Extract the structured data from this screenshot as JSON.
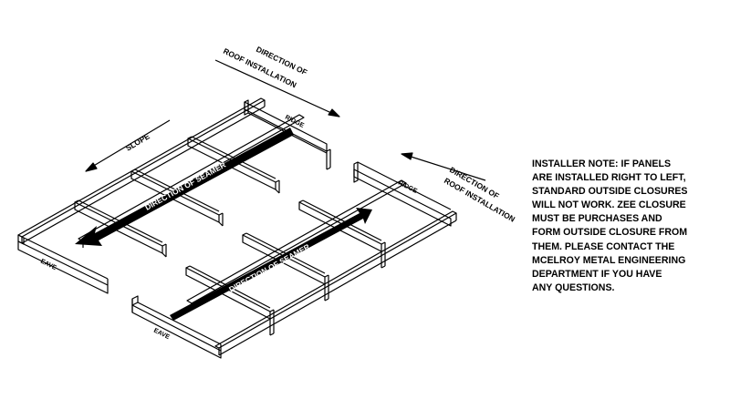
{
  "labels": {
    "direction_roof_top_1": "DIRECTION OF",
    "direction_roof_top_2": "ROOF INSTALLATION",
    "direction_roof_right_1": "DIRECTION OF",
    "direction_roof_right_2": "ROOF INSTALLATION",
    "slope": "SLOPE",
    "ridge_left": "RIDGE",
    "ridge_right": "RIDGE",
    "eave_left": "EAVE",
    "eave_right": "EAVE",
    "seamer_left": "DIRECTION OF SEAMER",
    "seamer_right": "DIRECTION OF SEAMER"
  },
  "note": {
    "lines": [
      "INSTALLER NOTE: IF PANELS",
      "ARE INSTALLED RIGHT TO LEFT,",
      "STANDARD OUTSIDE CLOSURES",
      "WILL NOT WORK.  ZEE CLOSURE",
      "MUST BE PURCHASES AND",
      "FORM OUTSIDE CLOSURE FROM",
      "THEM.  PLEASE CONTACT THE",
      "MCELROY METAL ENGINEERING",
      "DEPARTMENT IF YOU HAVE",
      "ANY QUESTIONS."
    ]
  }
}
